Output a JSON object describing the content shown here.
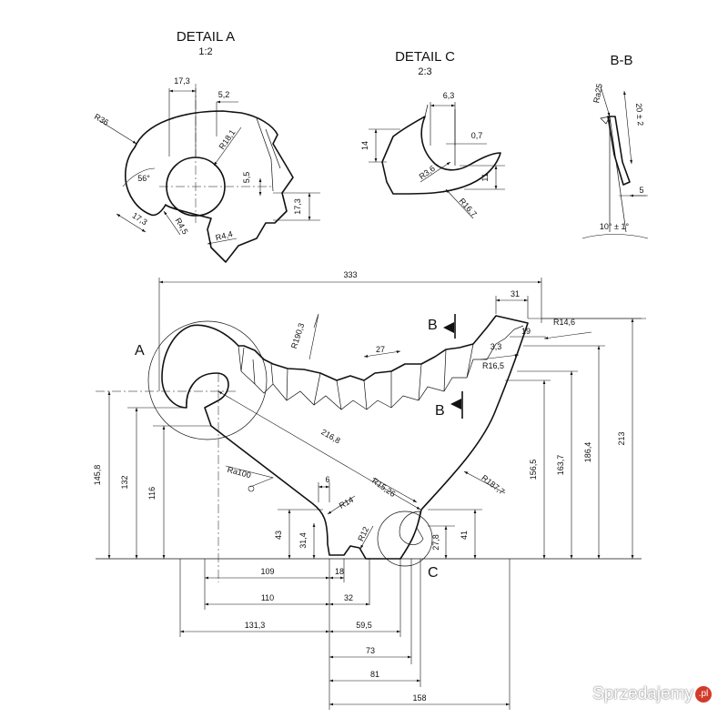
{
  "titles": {
    "detail_a": "DETAIL A",
    "detail_a_scale": "1:2",
    "detail_c": "DETAIL C",
    "detail_c_scale": "2:3",
    "section_bb": "B-B"
  },
  "view_labels": {
    "a": "A",
    "c": "C",
    "b_top": "B",
    "b_bottom": "B"
  },
  "detail_a_dims": {
    "w17_3": "17,3",
    "w5_2": "5,2",
    "r36": "R36",
    "r18_1": "R18,1",
    "h5_5": "5,5",
    "angle56": "56°",
    "w17_3b": "17,3",
    "r4_5": "R4,5",
    "r4_4": "R4,4",
    "h17_3": "17,3"
  },
  "detail_c_dims": {
    "w6_3": "6,3",
    "h14": "14",
    "h0_7": "0,7",
    "r3_6": "R3,6",
    "h11": "11",
    "r16_7": "R16,7"
  },
  "section_dims": {
    "ra25": "Ra25",
    "tol20": "20 ± 2",
    "w5": "5",
    "angle10": "10° ± 1°"
  },
  "main_dims": {
    "w333": "333",
    "w31": "31",
    "r190_3": "R190,3",
    "w27": "27",
    "r14_6": "R14,6",
    "w19": "19",
    "w3_3": "3,3",
    "r16_5": "R16,5",
    "l216_8": "216,8",
    "ra100": "Ra100",
    "w6": "6",
    "r14": "R14",
    "r15_26": "R15,26",
    "r187_7": "R187,7",
    "r12": "R12",
    "h145_8": "145,8",
    "h132": "132",
    "h116": "116",
    "h43": "43",
    "h31_4": "31,4",
    "h27_8": "27,8",
    "h41": "41",
    "h156_5": "156,5",
    "h163_7": "163,7",
    "h186_4": "186,4",
    "h213": "213",
    "w109": "109",
    "w18": "18",
    "w110": "110",
    "w32": "32",
    "w131_3": "131,3",
    "w59_5": "59,5",
    "w73": "73",
    "w81": "81",
    "w158": "158"
  },
  "watermark": {
    "text": "Sprzedajemy",
    "badge": ".pl"
  }
}
